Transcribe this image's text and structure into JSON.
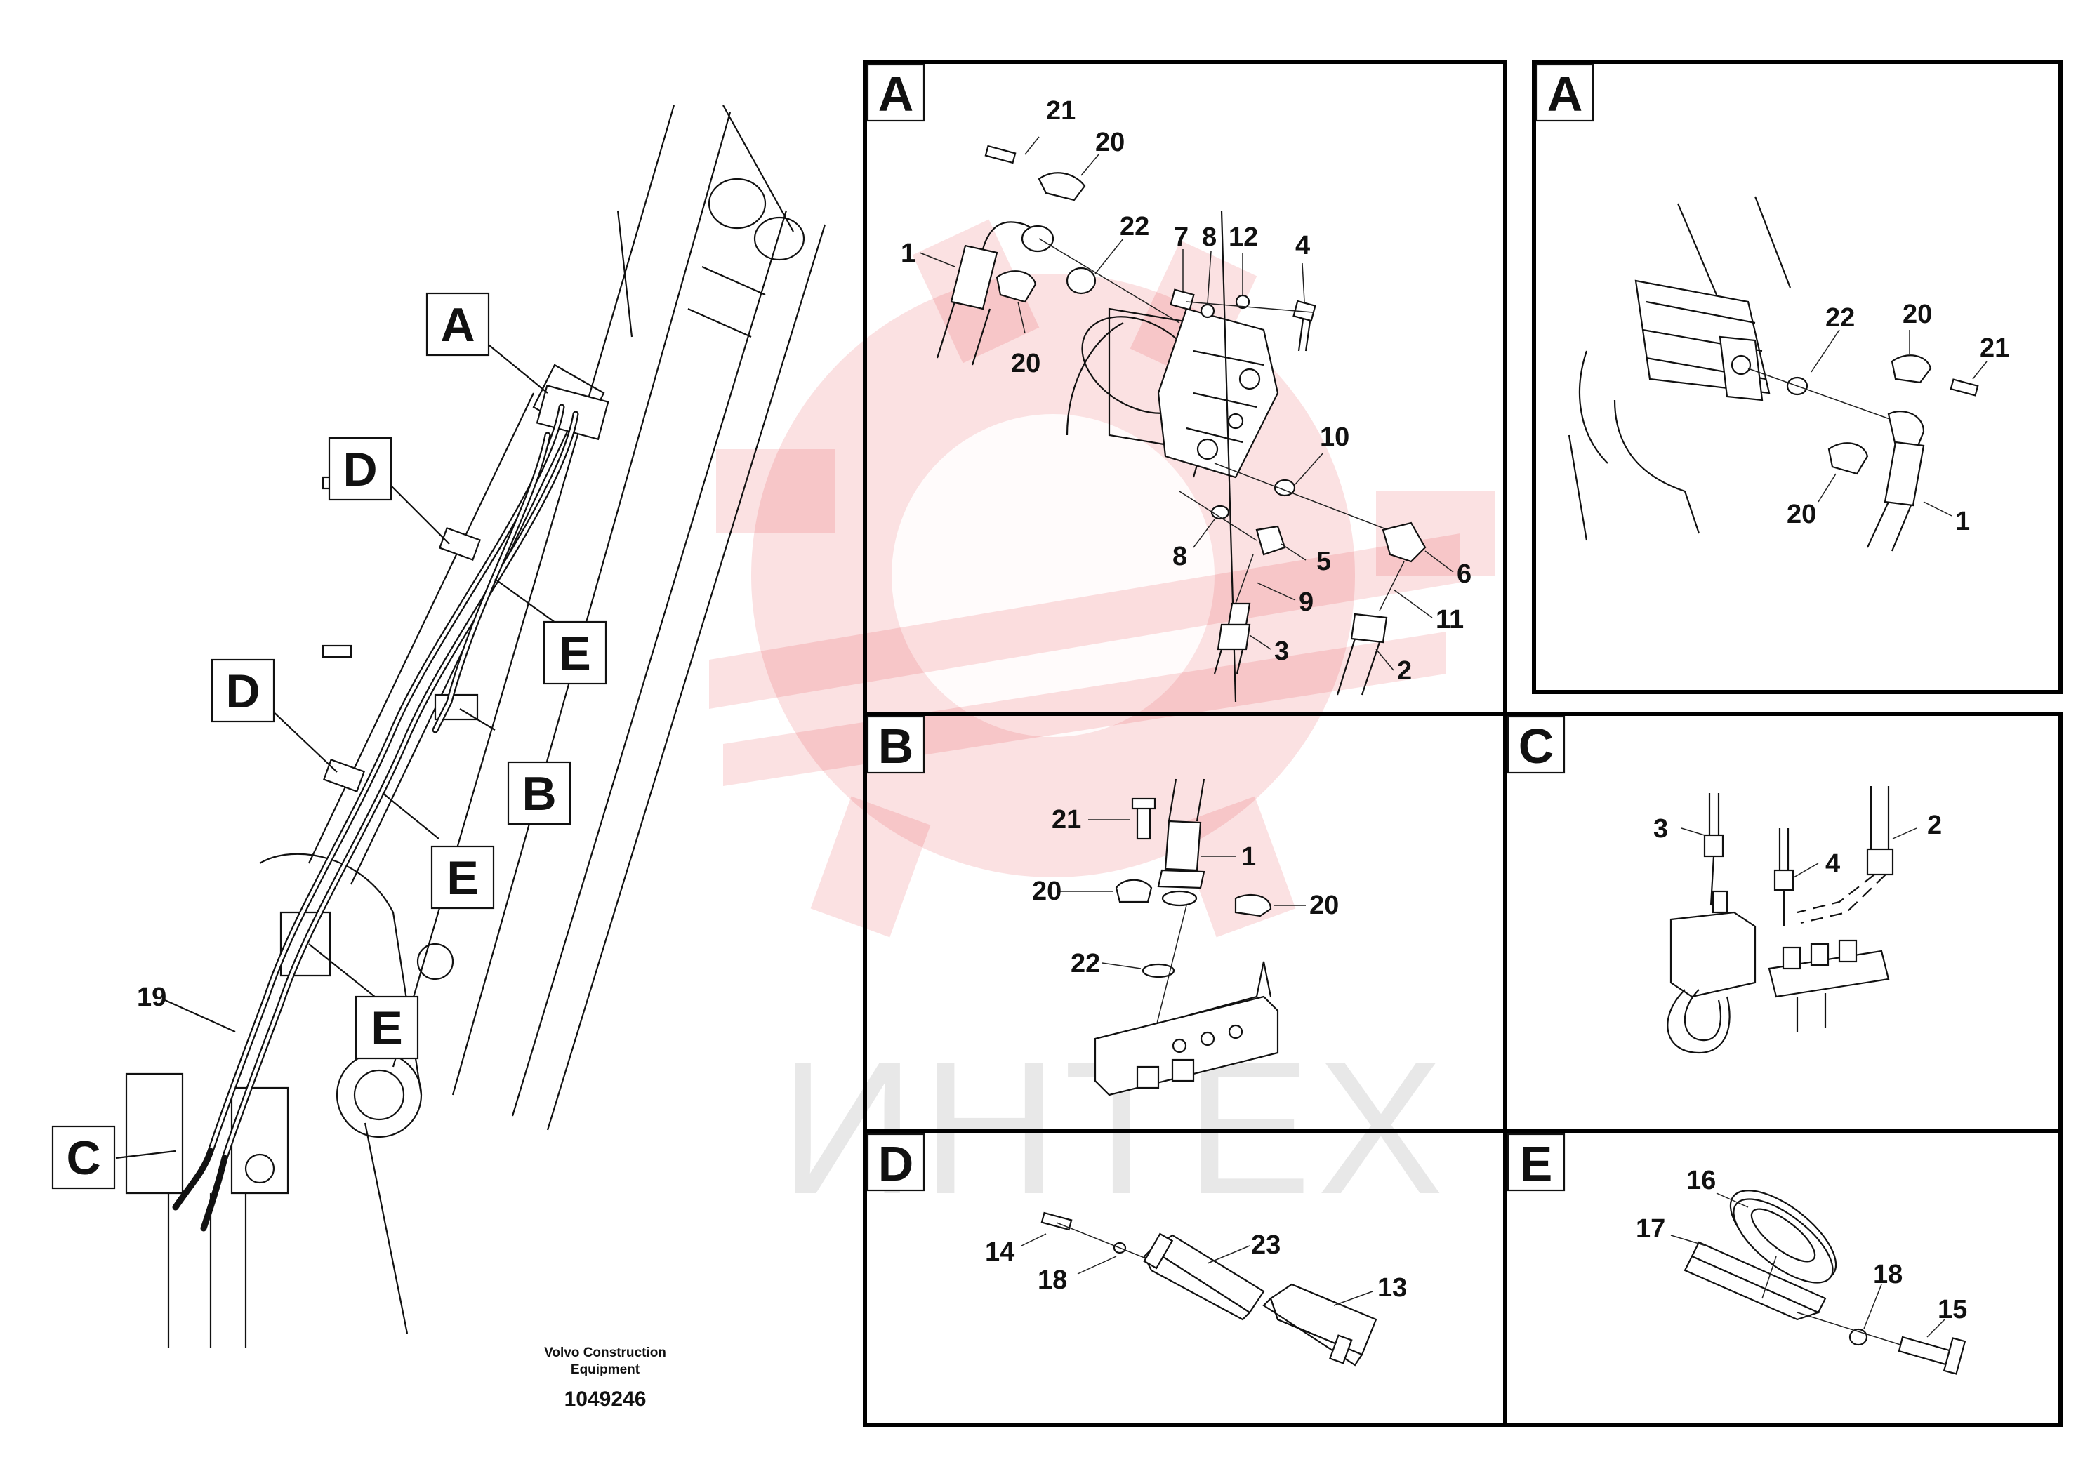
{
  "watermark": {
    "text": "ИНТЕХ",
    "color": "#e11a22"
  },
  "credit": {
    "line1": "Volvo Construction",
    "line2": "Equipment",
    "doc_number": "1049246"
  },
  "overview": {
    "callouts": [
      "A",
      "D",
      "E",
      "B",
      "D",
      "E",
      "E",
      "C"
    ],
    "part_numbers": [
      "19"
    ]
  },
  "panels": [
    {
      "label": "A",
      "part_numbers": [
        "21",
        "20",
        "1",
        "22",
        "20",
        "7",
        "8",
        "12",
        "4",
        "10",
        "8",
        "5",
        "6",
        "9",
        "11",
        "3",
        "2"
      ]
    },
    {
      "label": "A",
      "part_numbers": [
        "22",
        "20",
        "21",
        "20",
        "1"
      ]
    },
    {
      "label": "B",
      "part_numbers": [
        "21",
        "1",
        "20",
        "20",
        "22"
      ]
    },
    {
      "label": "C",
      "part_numbers": [
        "3",
        "2",
        "4"
      ]
    },
    {
      "label": "D",
      "part_numbers": [
        "23",
        "14",
        "18",
        "13"
      ]
    },
    {
      "label": "E",
      "part_numbers": [
        "16",
        "17",
        "18",
        "15"
      ]
    }
  ]
}
